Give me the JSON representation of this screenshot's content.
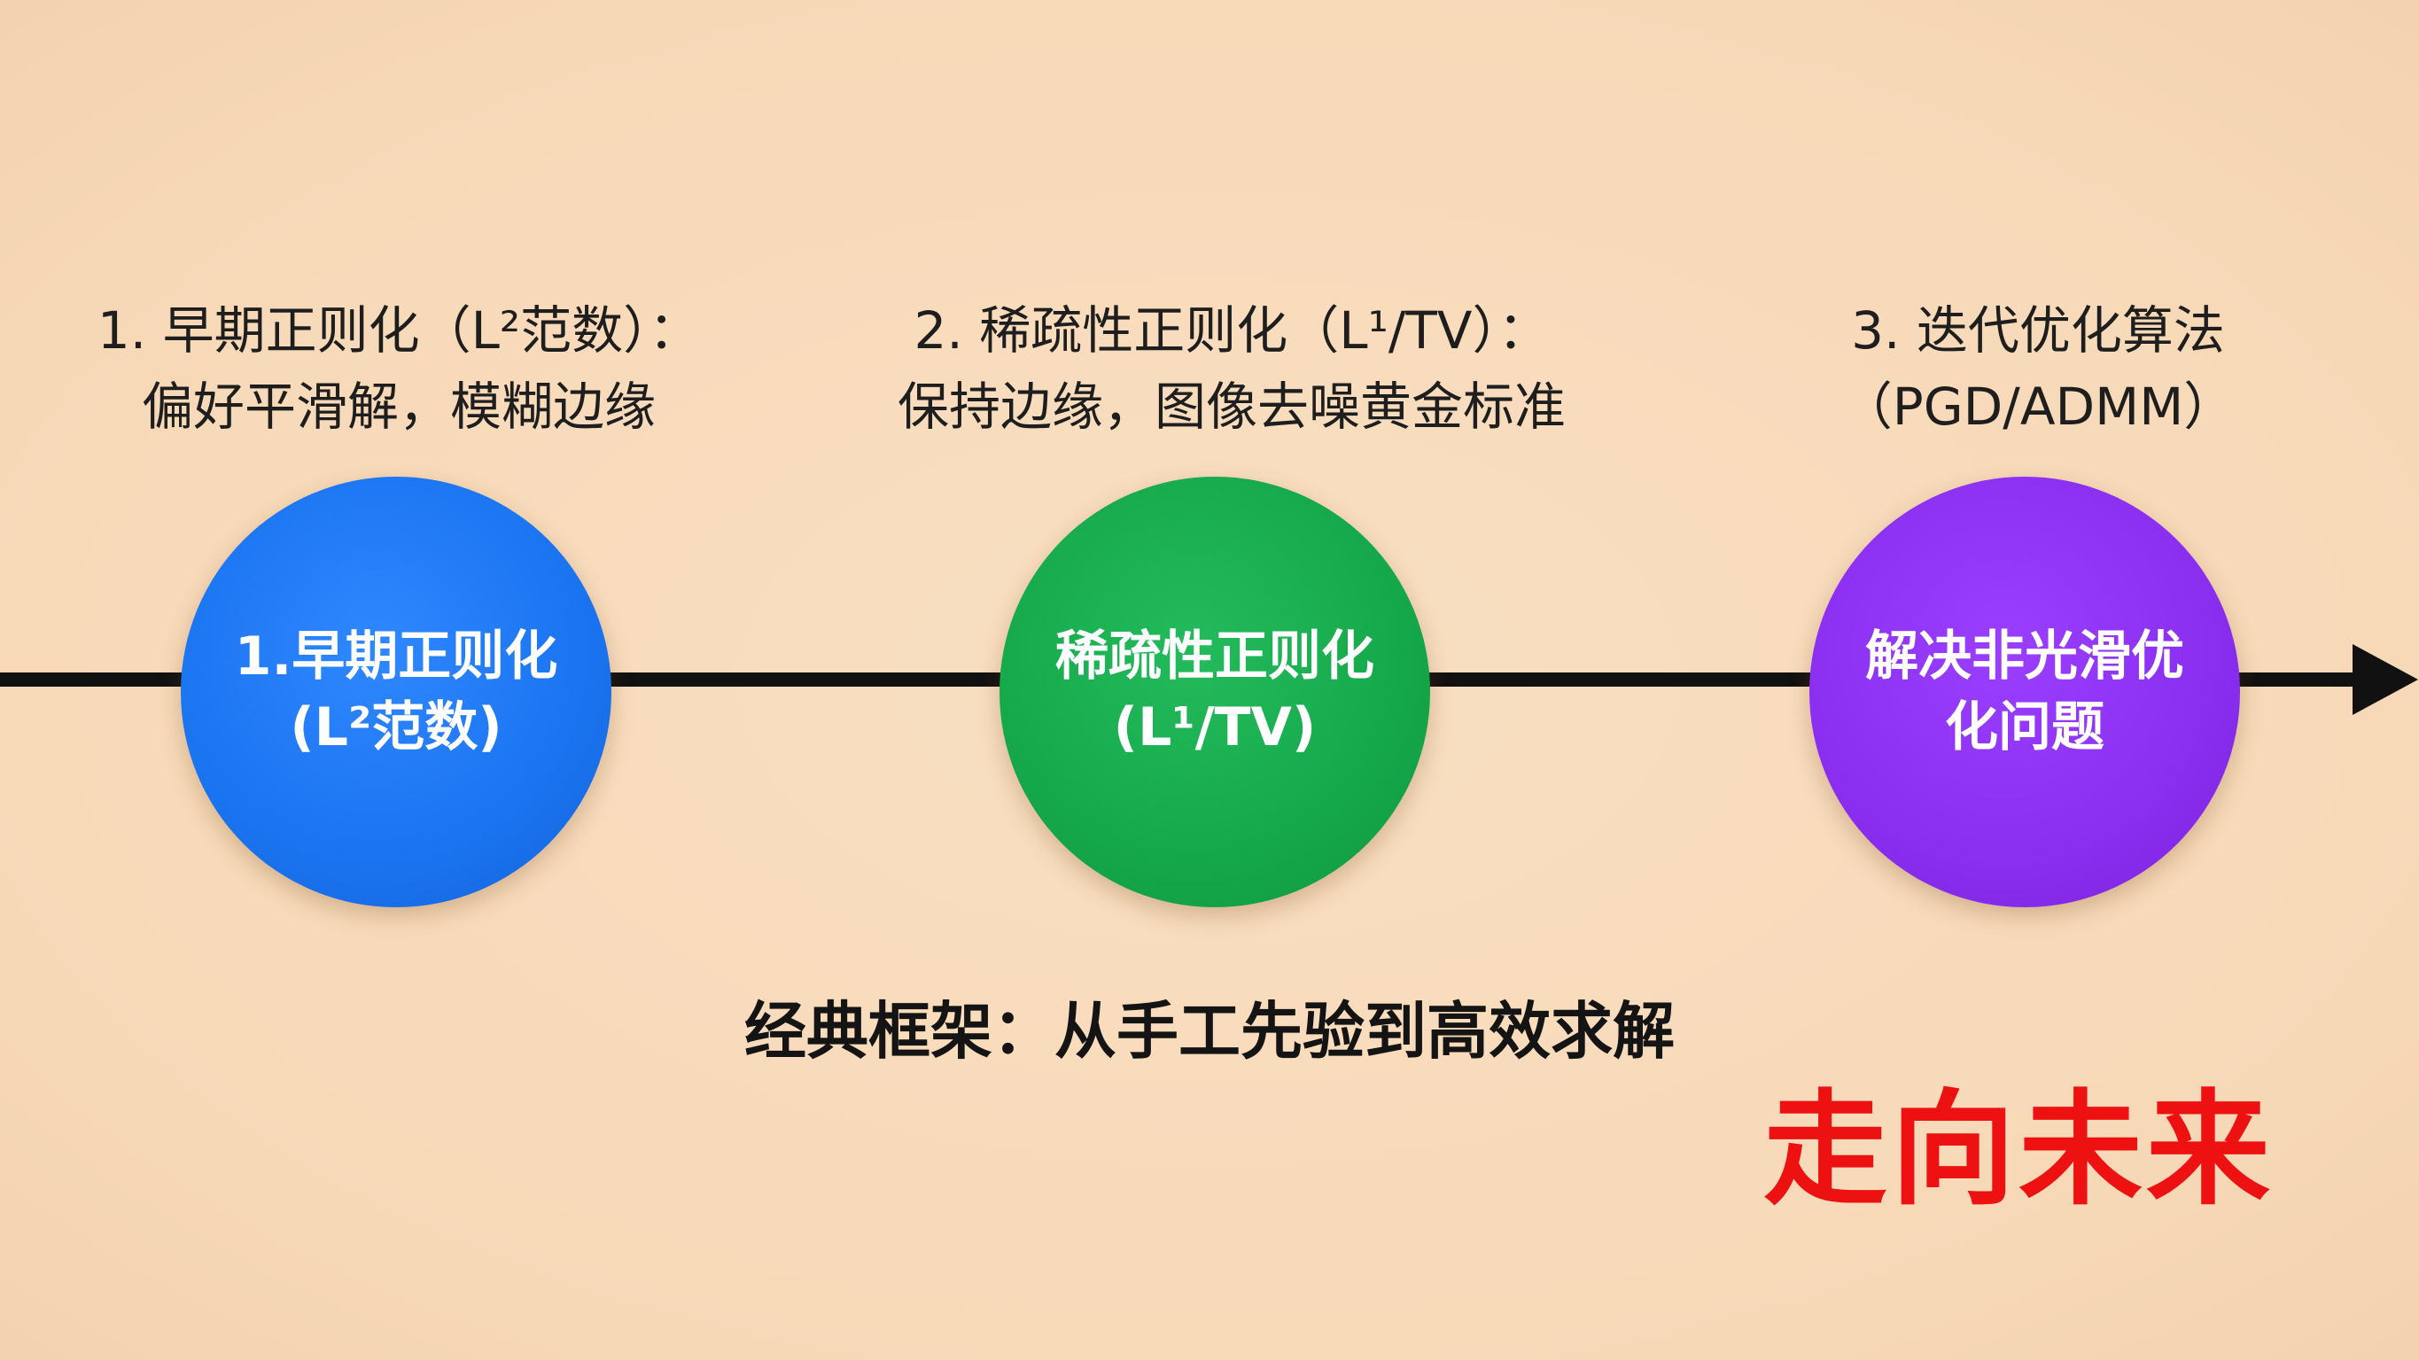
{
  "captions": [
    {
      "line1": "1. 早期正则化（L²范数）：",
      "line2": "偏好平滑解，模糊边缘"
    },
    {
      "line1": "2. 稀疏性正则化（L¹/TV）：",
      "line2": "保持边缘，图像去噪黄金标准"
    },
    {
      "line1": "3. 迭代优化算法",
      "line2": "（PGD/ADMM）"
    }
  ],
  "nodes": [
    {
      "line1": "1.早期正则化",
      "line2": "(L²范数)",
      "color": "#1b74f0"
    },
    {
      "line1": "稀疏性正则化",
      "line2": "(L¹/TV)",
      "color": "#15a84a"
    },
    {
      "line1": "解决非光滑优",
      "line2": "化问题",
      "color": "#8a2ef0"
    }
  ],
  "footer": "经典框架：从手工先验到高效求解",
  "future": "走向未来",
  "colors": {
    "background": "#f8dcbc",
    "timeline": "#111111",
    "future_text": "#ee1111"
  }
}
